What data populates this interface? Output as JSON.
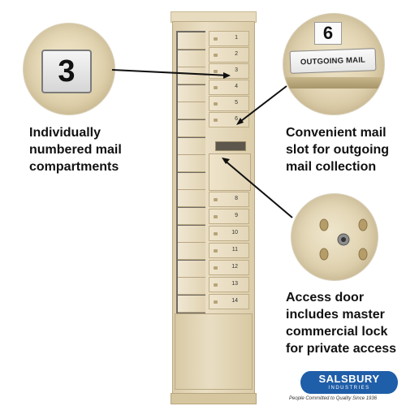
{
  "callouts": {
    "number_plate": "3",
    "outgoing_number": "6",
    "outgoing_plate": "OUTGOING MAIL"
  },
  "labels": {
    "left": [
      "Individually",
      "numbered mail",
      "compartments"
    ],
    "right_top": [
      "Convenient mail",
      "slot for outgoing",
      "mail collection"
    ],
    "right_bottom": [
      "Access door",
      "includes master",
      "commercial lock",
      "for private access"
    ]
  },
  "doors": [
    "1",
    "2",
    "3",
    "4",
    "5",
    "6",
    "8",
    "9",
    "10",
    "11",
    "12",
    "13",
    "14"
  ],
  "brand": {
    "name": "SALSBURY",
    "sub": "INDUSTRIES",
    "tagline": "People Committed to Quality Since 1936"
  },
  "colors": {
    "finish": "#e3d6b8",
    "logo": "#1f5ea8"
  }
}
